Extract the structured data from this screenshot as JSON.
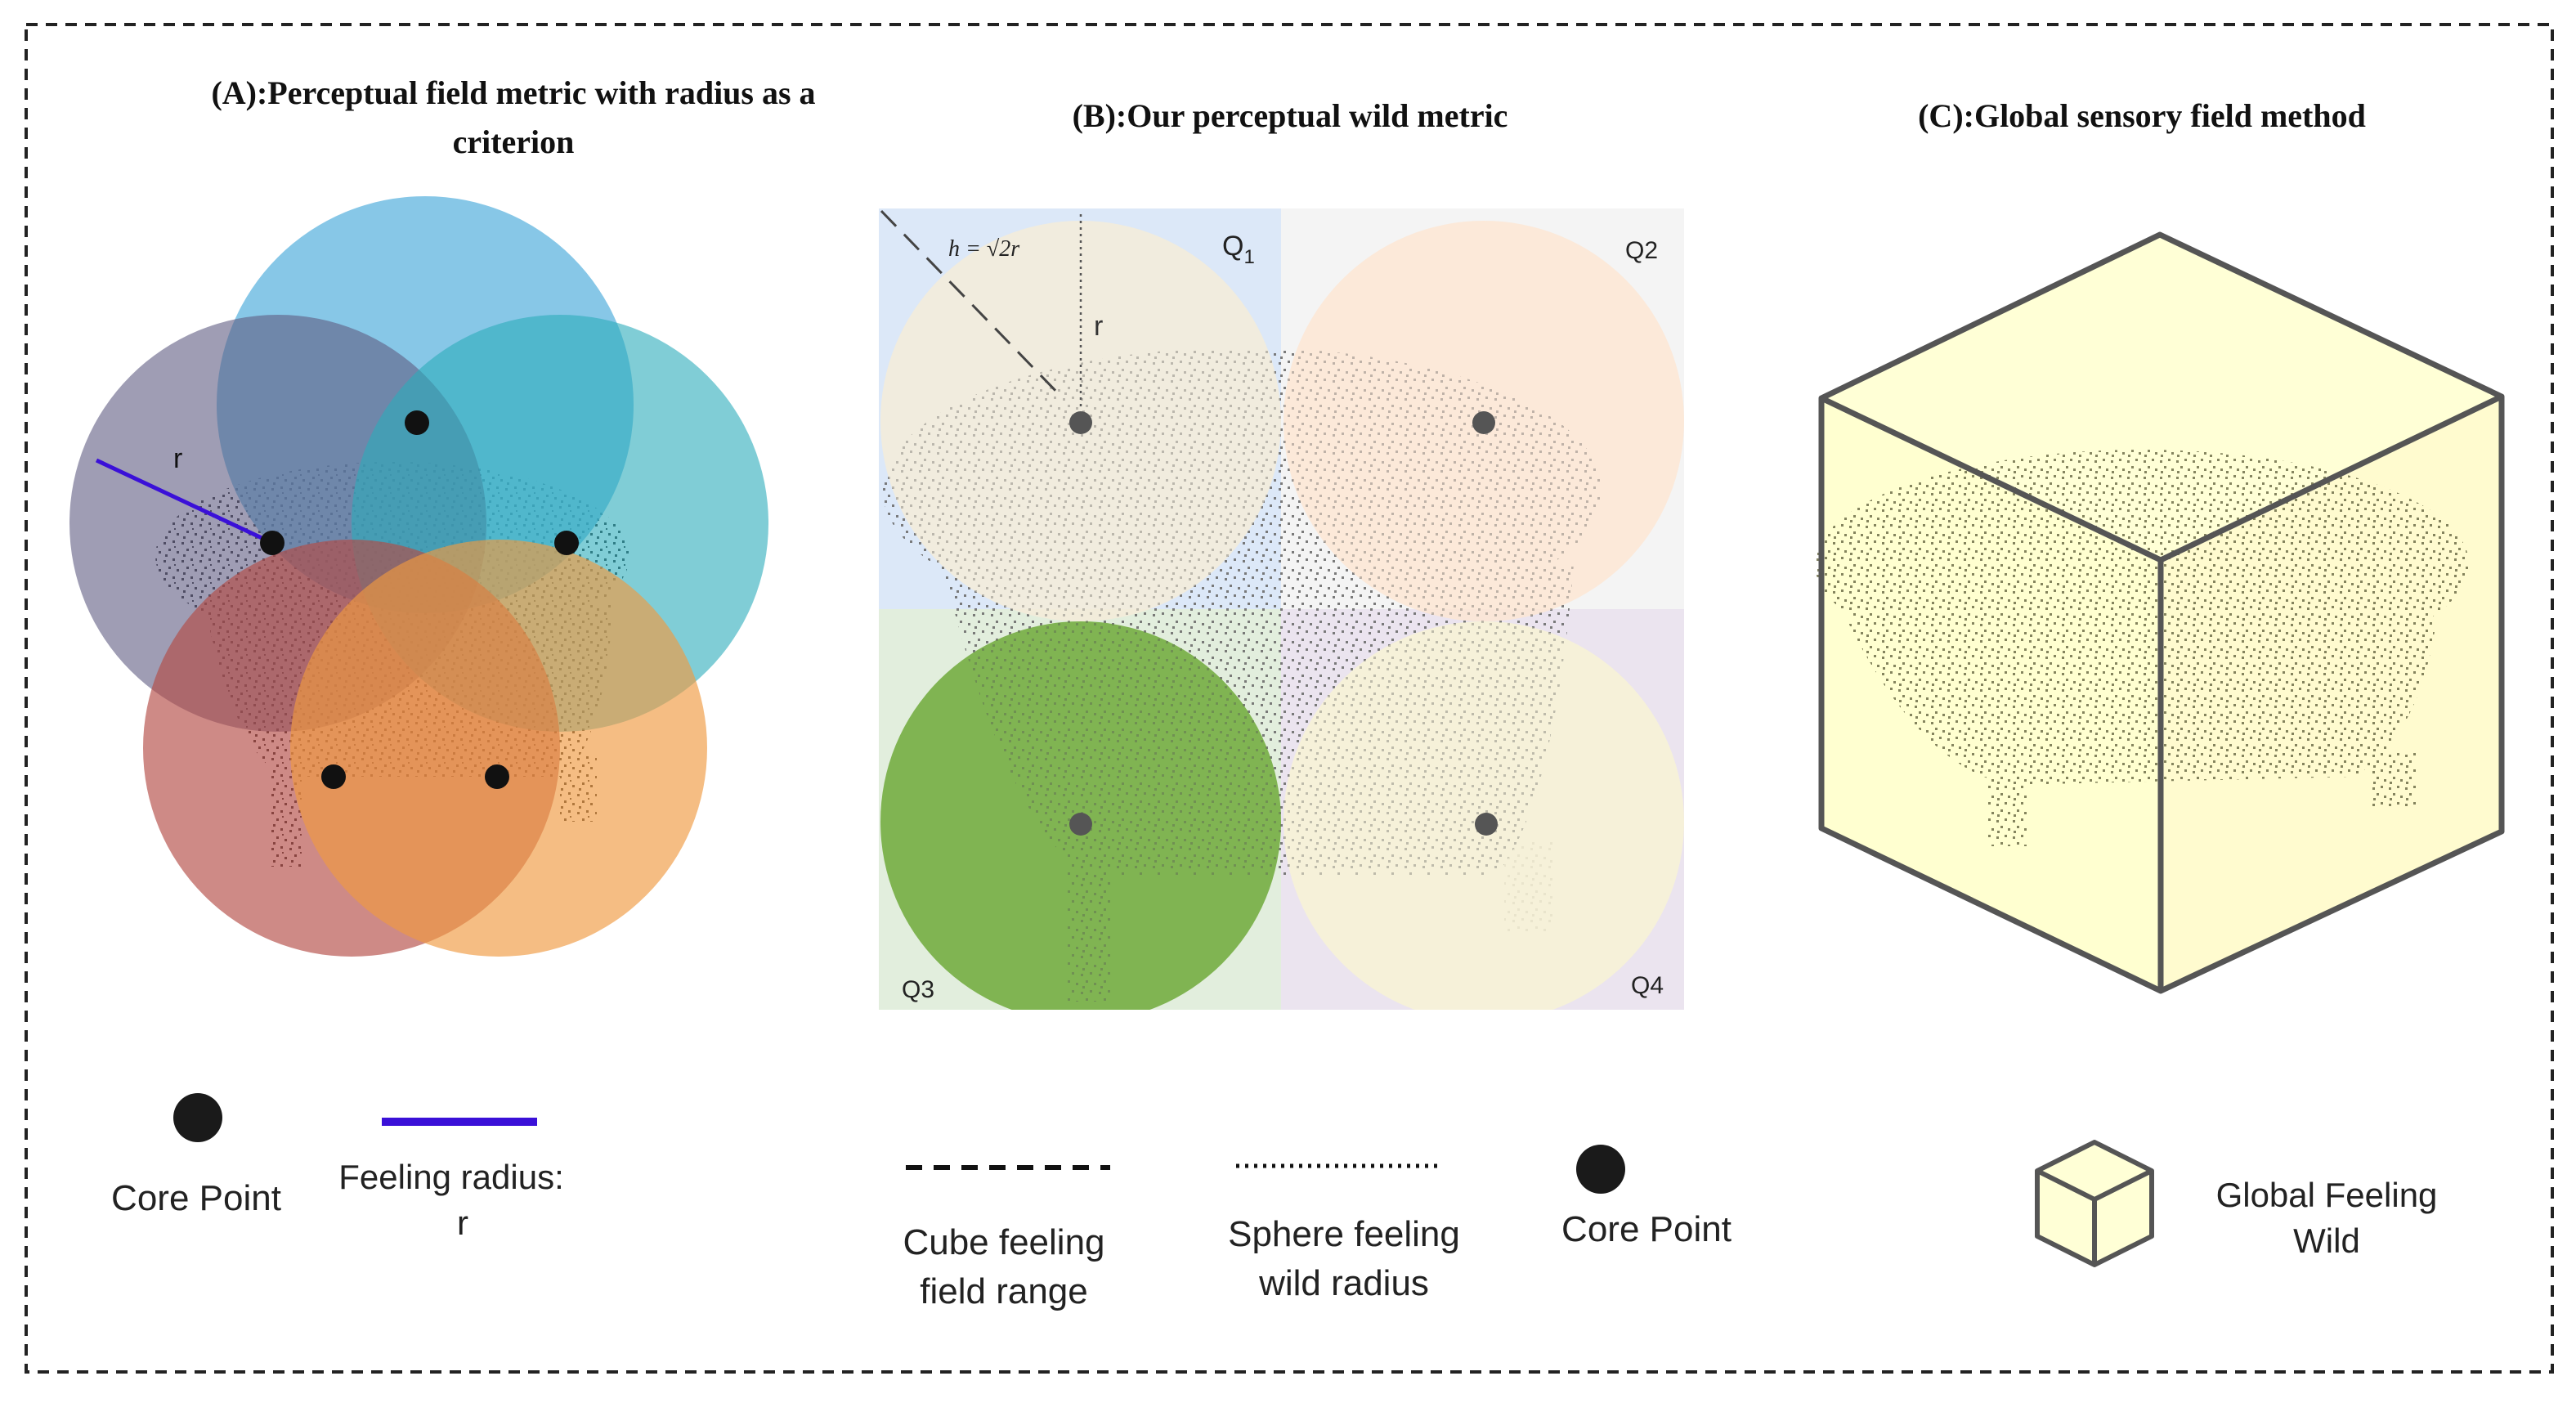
{
  "panels": {
    "a": {
      "title_line1": "(A):Perceptual field metric with radius as a",
      "title_line2": "criterion",
      "radius_label": "r"
    },
    "b": {
      "title": "(B):Our perceptual wild metric",
      "h_formula": "h = √2r",
      "radius_label": "r",
      "quadrants": {
        "q1": "Q",
        "q1_sub": "1",
        "q2": "Q2",
        "q3": "Q3",
        "q4": "Q4"
      }
    },
    "c": {
      "title": "(C):Global sensory field method"
    }
  },
  "legend": {
    "a": {
      "core_point": "Core Point",
      "feeling_radius_line1": "Feeling radius:",
      "feeling_radius_line2": "r"
    },
    "b": {
      "cube_range_line1": "Cube feeling",
      "cube_range_line2": "field range",
      "sphere_radius_line1": "Sphere feeling",
      "sphere_radius_line2": "wild radius",
      "core_point": "Core Point"
    },
    "c": {
      "global_line1": "Global Feeling",
      "global_line2": "Wild"
    }
  },
  "colors": {
    "circle_blue": "#5fb4df",
    "circle_purple": "#6e6a8f",
    "circle_teal": "#3fb5c2",
    "circle_red": "#bd5b54",
    "circle_orange": "#f0a04e",
    "radius_line": "#3a10d8",
    "q1_bg": "#dce8f8",
    "q2_bg": "#f4f4f4",
    "q3_bg": "#e2eedd",
    "q4_bg": "#ebe4ef",
    "q1_circle": "#f4ecd9",
    "q2_circle": "#fde6d3",
    "q3_circle": "#77b043",
    "q4_circle": "#f7f2d6",
    "cube_fill": "#ffffd6",
    "cube_stroke": "#555555"
  }
}
